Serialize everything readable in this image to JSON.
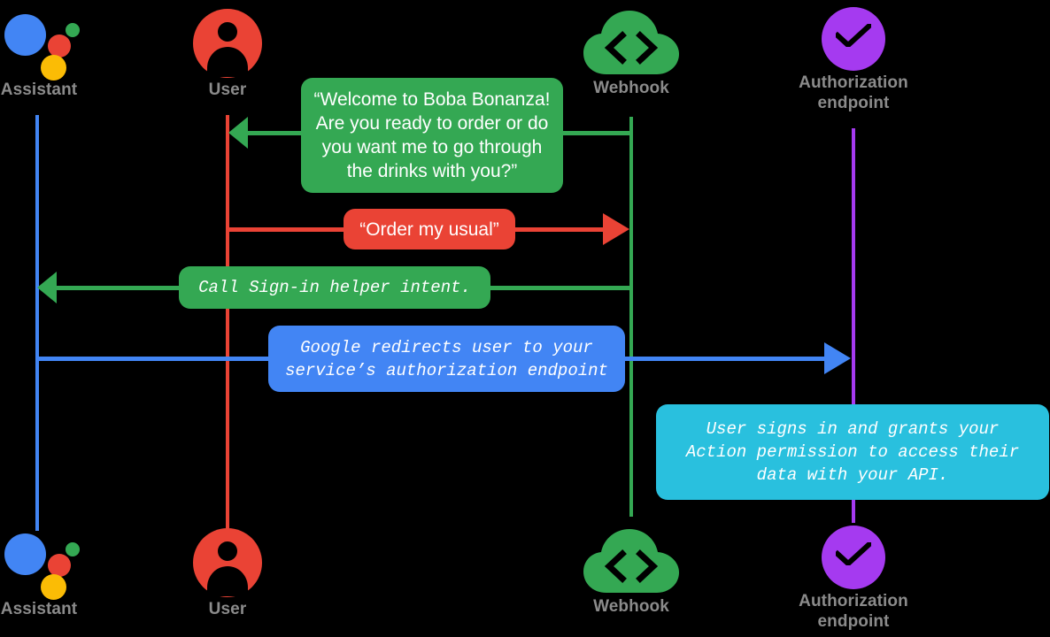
{
  "diagram": {
    "title": "Account linking sequence: Assistant, User, Webhook, Authorization endpoint",
    "background": "#000000",
    "colors": {
      "assistant_blue": "#4285F4",
      "user_red": "#EA4335",
      "webhook_green": "#34A853",
      "auth_purple": "#A53AF0",
      "cyan": "#29C0DE",
      "label_gray": "#8b8b8b"
    }
  },
  "actors_top": [
    {
      "id": "assistant",
      "label": "Assistant",
      "icon": "google-assistant-icon",
      "lifeline_color": "#4285F4"
    },
    {
      "id": "user",
      "label": "User",
      "icon": "user-avatar-icon",
      "lifeline_color": "#EA4335"
    },
    {
      "id": "webhook",
      "label": "Webhook",
      "icon": "cloud-code-icon",
      "lifeline_color": "#34A853"
    },
    {
      "id": "auth",
      "label": "Authorization\nendpoint",
      "icon": "purple-check-circle-icon",
      "lifeline_color": "#A53AF0"
    }
  ],
  "actors_bottom": [
    {
      "id": "assistant",
      "label": "Assistant",
      "icon": "google-assistant-icon"
    },
    {
      "id": "user",
      "label": "User",
      "icon": "user-avatar-icon"
    },
    {
      "id": "webhook",
      "label": "Webhook",
      "icon": "cloud-code-icon"
    },
    {
      "id": "auth",
      "label": "Authorization\nendpoint",
      "icon": "purple-check-circle-icon"
    }
  ],
  "messages": [
    {
      "id": "welcome",
      "text": "“Welcome to Boba Bonanza!\nAre you ready to order or do\nyou want me to go through\nthe drinks with you?”",
      "from": "webhook",
      "to": "user",
      "direction": "left",
      "color": "#34A853",
      "font": "sans"
    },
    {
      "id": "order-my-usual",
      "text": "“Order my usual”",
      "from": "user",
      "to": "webhook",
      "direction": "right",
      "color": "#EA4335",
      "font": "sans"
    },
    {
      "id": "call-signin-helper",
      "text": "Call Sign-in helper intent.",
      "from": "webhook",
      "to": "assistant",
      "direction": "left",
      "color": "#34A853",
      "font": "mono"
    },
    {
      "id": "google-redirects",
      "text": "Google redirects user to your\nservice’s authorization endpoint",
      "from": "assistant",
      "to": "auth",
      "direction": "right",
      "color": "#4285F4",
      "font": "mono"
    },
    {
      "id": "user-signs-in",
      "text": "User signs in and grants your\nAction permission to access their\ndata with your API.",
      "from": "auth",
      "to": "auth",
      "direction": "none",
      "color": "#29C0DE",
      "font": "mono"
    }
  ]
}
